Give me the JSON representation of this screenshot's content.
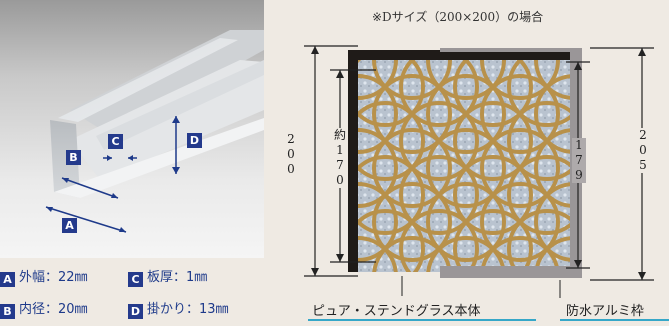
{
  "photo": {
    "label_a": "A",
    "label_b": "B",
    "label_c": "C",
    "label_d": "D"
  },
  "specs": [
    {
      "badge": "A",
      "text": "外幅：22㎜"
    },
    {
      "badge": "C",
      "text": "板厚：1㎜"
    },
    {
      "badge": "B",
      "text": "内径：20㎜"
    },
    {
      "badge": "D",
      "text": "掛かり：13㎜"
    }
  ],
  "diagram": {
    "note": "※Dサイズ（200×200）の場合",
    "dim_outer_height": "200",
    "dim_glass_height": "約170",
    "dim_inner_height": "179",
    "dim_frame_height": "205"
  },
  "captions": {
    "glass_body": "ピュア・ステンドグラス本体",
    "aluminum_frame": "防水アルミ枠"
  },
  "colors": {
    "badge_blue": "#243a8c",
    "caption_line": "#35a7c8",
    "frame_gray": "#9a9698",
    "amber": "#c79a4e"
  }
}
